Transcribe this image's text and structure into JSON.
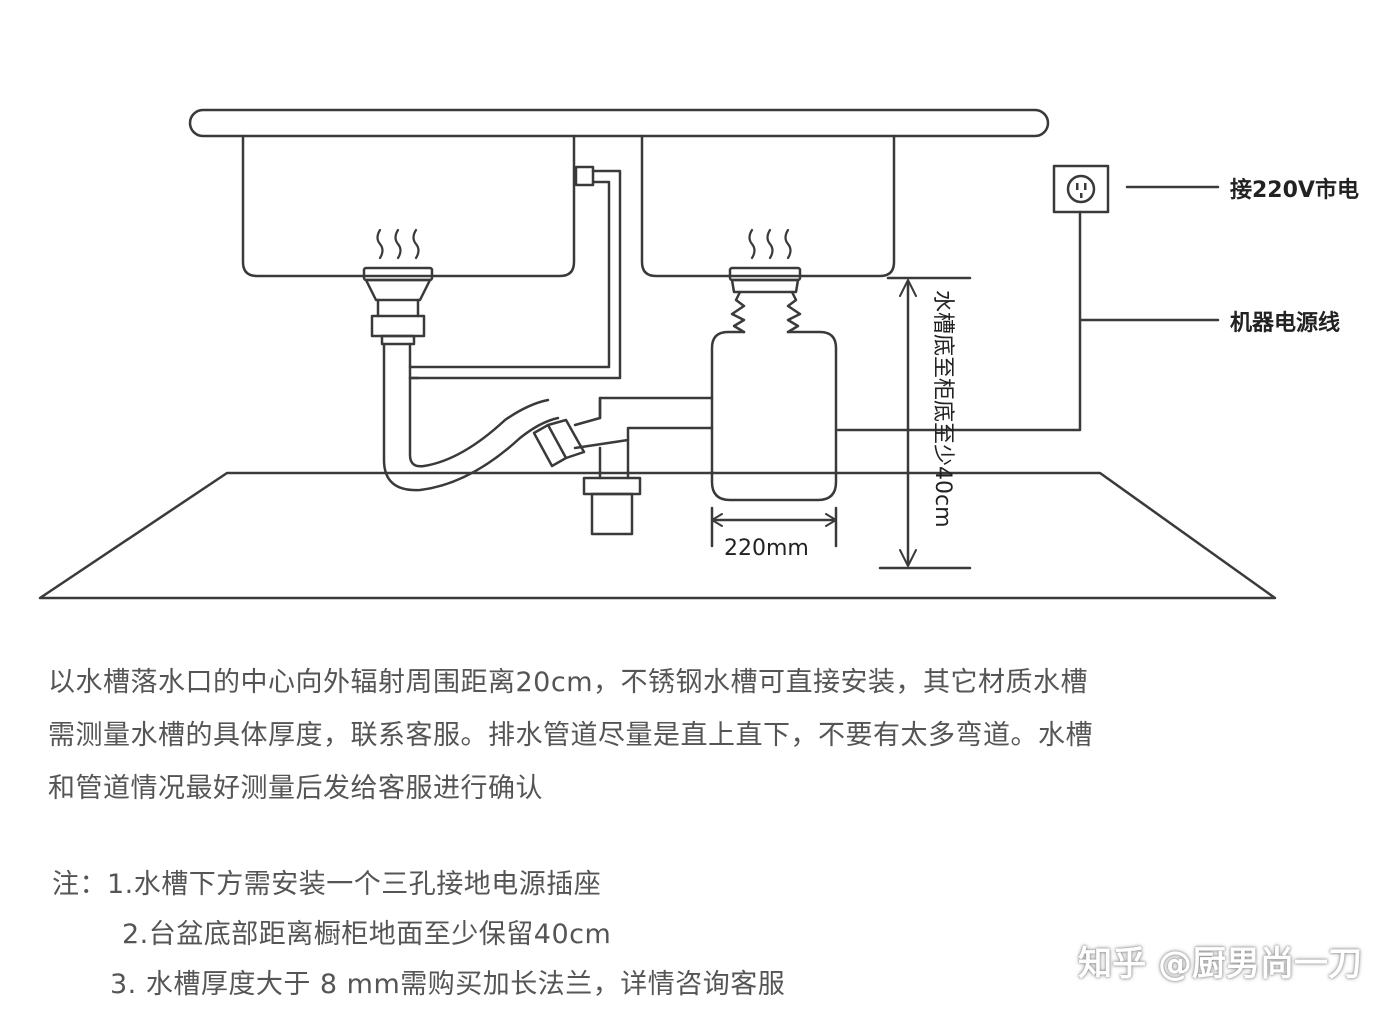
{
  "diagram": {
    "label_outlet": "接220V市电",
    "label_power_cord": "机器电源线",
    "label_width": "220mm",
    "label_height": "水槽底至柜底至少40cm"
  },
  "description": {
    "lines": [
      "以水槽落水口的中心向外辐射周围距离20cm，不锈钢水槽可直接安装，其它材质水槽",
      "需测量水槽的具体厚度，联系客服。排水管道尽量是直上直下，不要有太多弯道。水槽",
      "和管道情况最好测量后发给客服进行确认"
    ]
  },
  "notes": {
    "note1": "注：1.水槽下方需安装一个三孔接地电源插座",
    "note2": "2.台盆底部距离橱柜地面至少保留40cm",
    "note3": "3. 水槽厚度大于 8 mm需购买加长法兰，详情咨询客服"
  },
  "watermark": "知乎 @厨男尚一刀"
}
